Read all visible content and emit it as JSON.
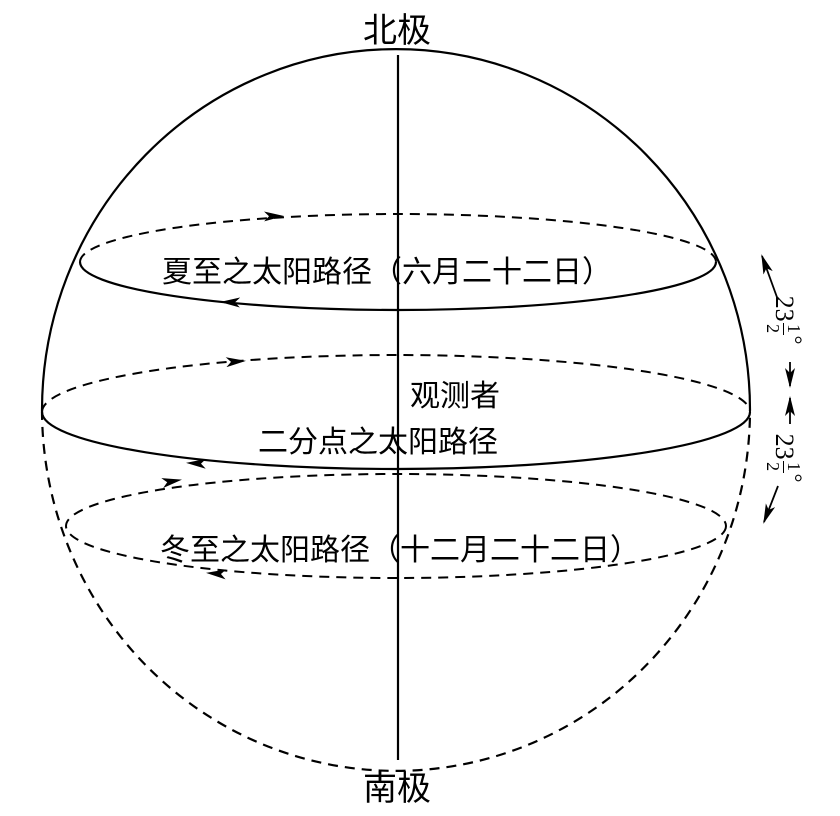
{
  "labels": {
    "north_pole": "北极",
    "south_pole": "南极",
    "observer": "观测者",
    "summer_path": "夏至之太阳路径（六月二十二日）",
    "equinox_path": "二分点之太阳路径",
    "winter_path": "冬至之太阳路径（十二月二十二日）"
  },
  "angle_marks": [
    {
      "whole": "23",
      "num": "1",
      "den": "2",
      "unit": "°"
    },
    {
      "whole": "23",
      "num": "1",
      "den": "2",
      "unit": "°"
    }
  ],
  "colors": {
    "ink": "#000000",
    "background": "#ffffff"
  }
}
